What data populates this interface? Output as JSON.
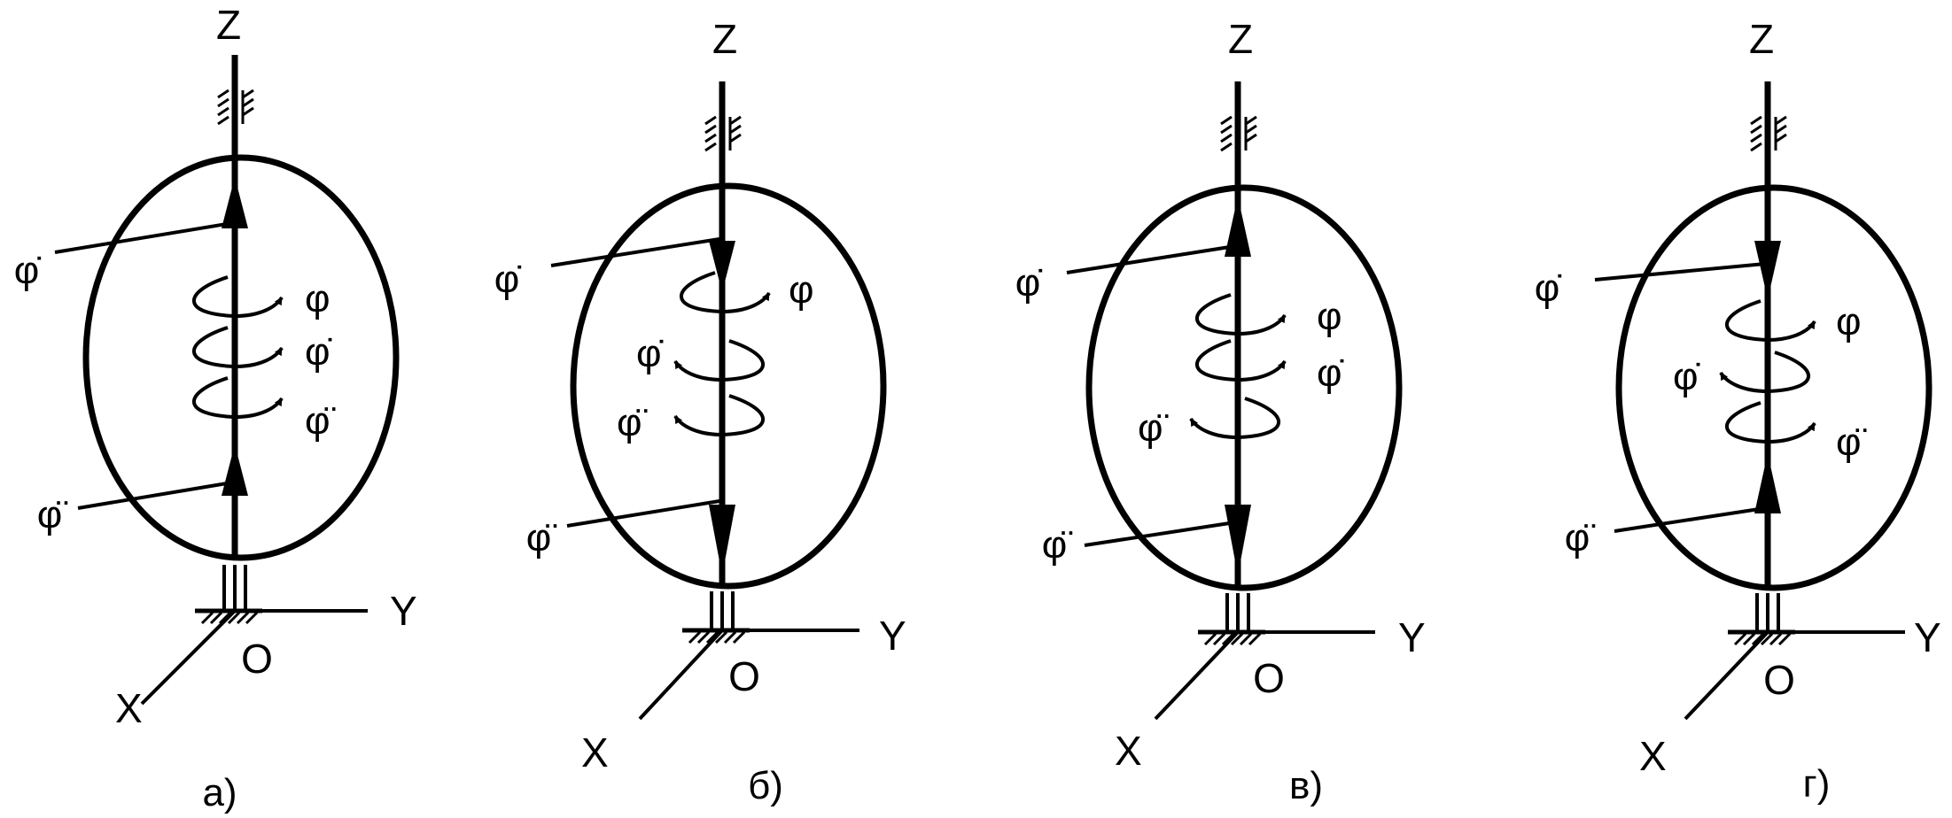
{
  "panels": [
    {
      "id": "a",
      "caption": "а)",
      "axes": {
        "z": "Z",
        "y": "Y",
        "x": "X",
        "o": "O"
      },
      "vector_labels": {
        "angular_velocity": "φ̇",
        "angular_acceleration": "φ̈"
      },
      "spin_labels": [
        "φ",
        "φ̇",
        "φ̈"
      ]
    },
    {
      "id": "b",
      "caption": "б)",
      "axes": {
        "z": "Z",
        "y": "Y",
        "x": "X",
        "o": "O"
      },
      "vector_labels": {
        "angular_velocity": "φ̇",
        "angular_acceleration": "φ̈"
      },
      "spin_labels": [
        "φ",
        "φ̇",
        "φ̈"
      ]
    },
    {
      "id": "v",
      "caption": "в)",
      "axes": {
        "z": "Z",
        "y": "Y",
        "x": "X",
        "o": "O"
      },
      "vector_labels": {
        "angular_velocity": "φ̇",
        "angular_acceleration": "φ̈"
      },
      "spin_labels": [
        "φ",
        "φ̇",
        "φ̈"
      ]
    },
    {
      "id": "g",
      "caption": "г)",
      "axes": {
        "z": "Z",
        "y": "Y",
        "x": "X",
        "o": "O"
      },
      "vector_labels": {
        "angular_velocity": "φ̇",
        "angular_acceleration": "φ̈"
      },
      "spin_labels": [
        "φ",
        "φ̇",
        "φ̈"
      ]
    }
  ],
  "colors": {
    "stroke": "#000000",
    "background": "#ffffff"
  }
}
